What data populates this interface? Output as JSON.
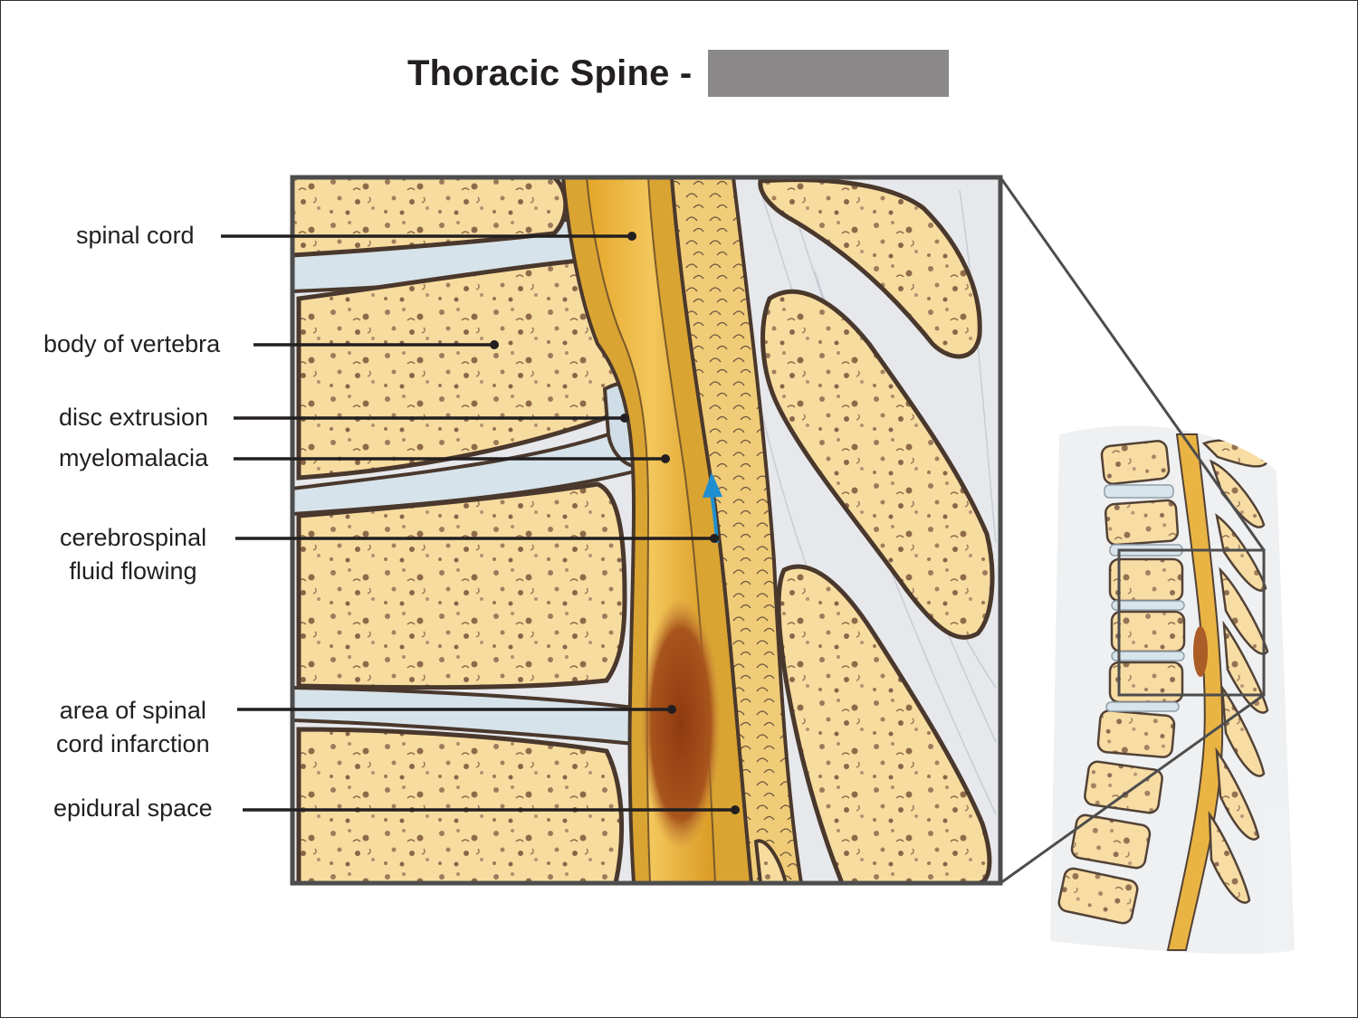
{
  "title": {
    "text": "Thoracic Spine -",
    "redacted_box_color": "#8a8889"
  },
  "colors": {
    "bone": "#f7dca0",
    "bone_outline": "#4a382c",
    "cord": "#e8b03a",
    "disc": "#d6e3ea",
    "ligament": "#e4e7ec",
    "infarct": "#8e3a10",
    "csf_arrow": "#1f8fd0"
  },
  "labels": [
    {
      "key": "spinal_cord",
      "text": "spinal cord"
    },
    {
      "key": "body_of_vertebra",
      "text": "body of vertebra"
    },
    {
      "key": "disc_extrusion",
      "text": "disc extrusion"
    },
    {
      "key": "myelomalacia",
      "text": "myelomalacia"
    },
    {
      "key": "csf",
      "text": "cerebrospinal\nfluid flowing"
    },
    {
      "key": "infarction",
      "text": "area of spinal\ncord infarction"
    },
    {
      "key": "epidural",
      "text": "epidural space"
    }
  ]
}
